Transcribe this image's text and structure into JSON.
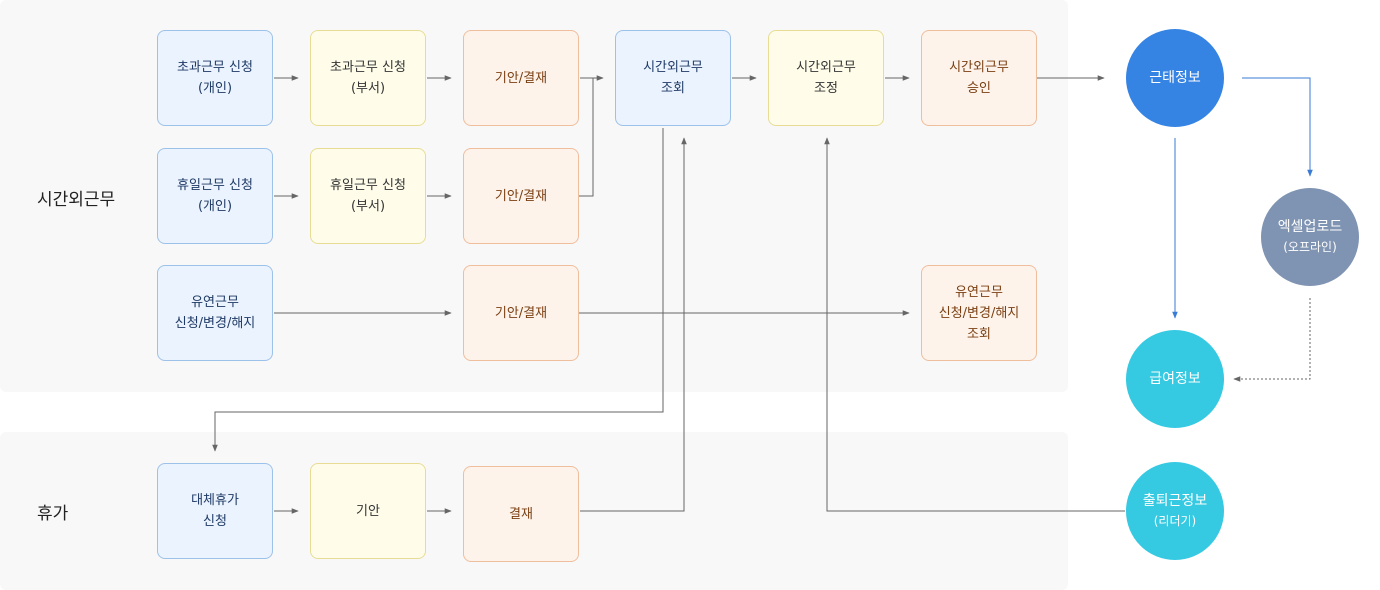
{
  "sections": {
    "overtime": "시간외근무",
    "vacation": "휴가"
  },
  "nodes": {
    "ot_personal": [
      "초과근무 신청",
      "(개인)"
    ],
    "ot_dept": [
      "초과근무 신청",
      "(부서)"
    ],
    "draft1": [
      "기안/결재"
    ],
    "ot_view": [
      "시간외근무",
      "조회"
    ],
    "ot_adjust": [
      "시간외근무",
      "조정"
    ],
    "ot_approve": [
      "시간외근무",
      "승인"
    ],
    "hol_personal": [
      "휴일근무 신청",
      "(개인)"
    ],
    "hol_dept": [
      "휴일근무 신청",
      "(부서)"
    ],
    "draft2": [
      "기안/결재"
    ],
    "flex_apply": [
      "유연근무",
      "신청/변경/해지"
    ],
    "draft3": [
      "기안/결재"
    ],
    "flex_view": [
      "유연근무",
      "신청/변경/해지",
      "조회"
    ],
    "sub_vac": [
      "대체휴가",
      "신청"
    ],
    "draft_only": [
      "기안"
    ],
    "approval": [
      "결재"
    ]
  },
  "circles": {
    "attendance": {
      "title": "근태정보",
      "sub": ""
    },
    "excel": {
      "title": "엑셀업로드",
      "sub": "(오프라인)"
    },
    "payroll": {
      "title": "급여정보",
      "sub": ""
    },
    "commute": {
      "title": "출퇴근정보",
      "sub": "(리더기)"
    }
  },
  "colors": {
    "line": "#666666",
    "blue_line": "#3a7bd5",
    "panel": "#f8f8f8"
  }
}
